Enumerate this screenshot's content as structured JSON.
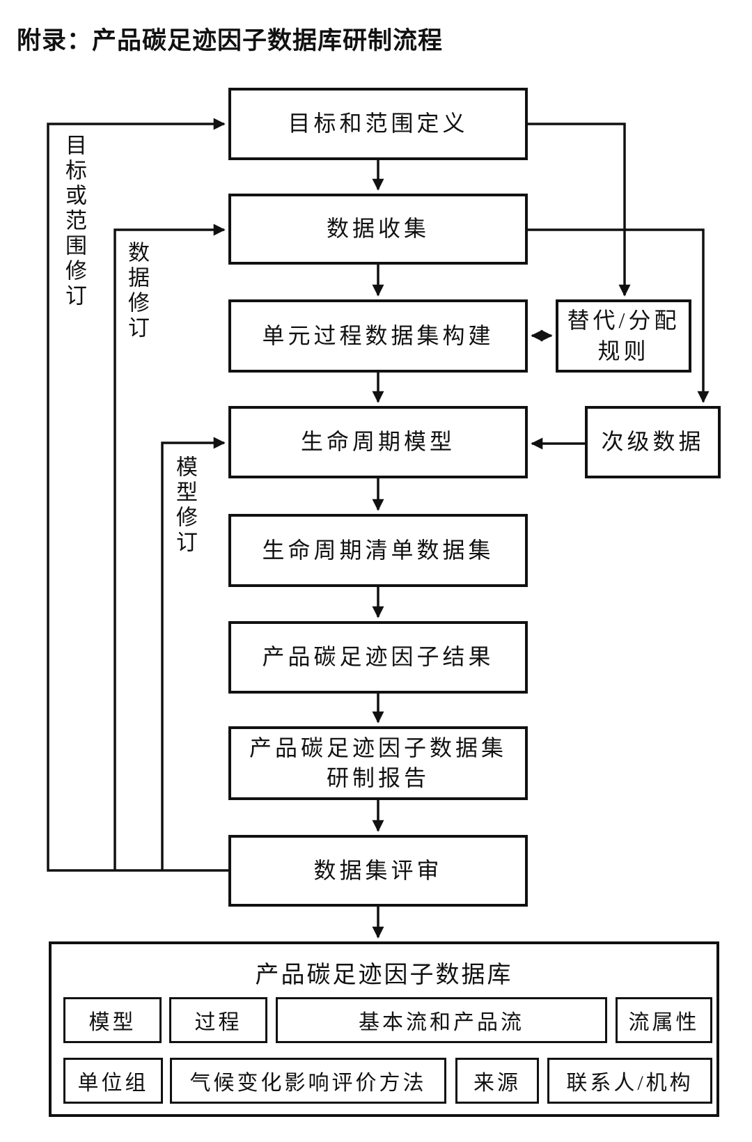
{
  "page": {
    "title": "附录：产品碳足迹因子数据库研制流程"
  },
  "flow": {
    "goal": "目标和范围定义",
    "data_collection": "数据收集",
    "unit_process": "单元过程数据集构建",
    "lifecycle_model": "生命周期模型",
    "lci_dataset": "生命周期清单数据集",
    "pcf_result": "产品碳足迹因子结果",
    "pcf_report_line1": "产品碳足迹因子数据集",
    "pcf_report_line2": "研制报告",
    "review": "数据集评审"
  },
  "side": {
    "alloc_rules_line1": "替代/分配",
    "alloc_rules_line2": "规则",
    "secondary_data": "次级数据"
  },
  "feedback": {
    "goal_scope_revision": "目标或范围修订",
    "data_revision": "数据修订",
    "model_revision": "模型修订"
  },
  "database": {
    "title": "产品碳足迹因子数据库",
    "row1": [
      "模型",
      "过程",
      "基本流和产品流",
      "流属性"
    ],
    "row2": [
      "单位组",
      "气候变化影响评价方法",
      "来源",
      "联系人/机构"
    ]
  },
  "colors": {
    "line": "#111111",
    "background": "#ffffff",
    "text": "#111111"
  }
}
